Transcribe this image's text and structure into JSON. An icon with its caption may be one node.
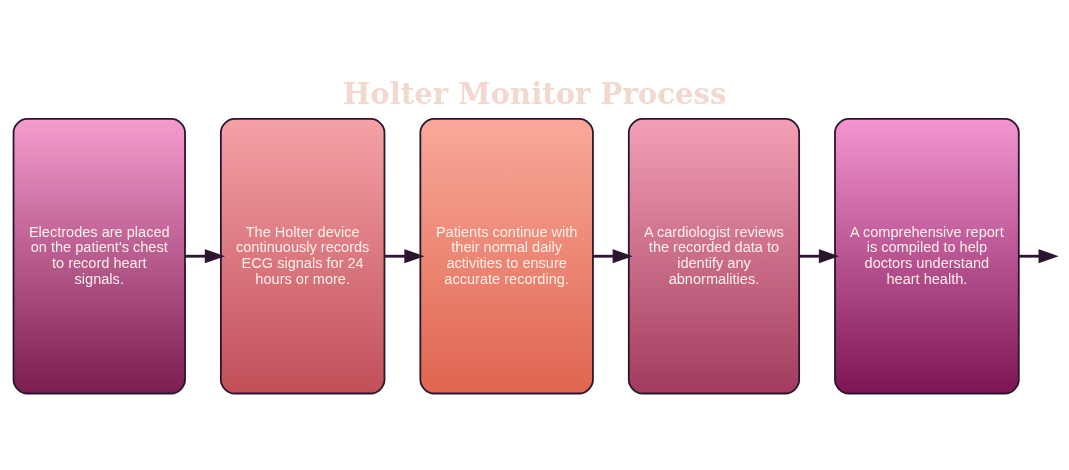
{
  "diagram": {
    "title": "Holter Monitor Process",
    "nodes": [
      {
        "text": [
          "Electrodes are placed on the patient's chest to record heart signals."
        ]
      },
      {
        "text": [
          "The Holter device continuously records ECG signals for 24 hours or more."
        ]
      },
      {
        "text": [
          "Patients continue with their normal daily activities to ensure accurate recording."
        ]
      },
      {
        "text": [
          "A cardiologist reviews the recorded data to identify any abnormalities."
        ]
      },
      {
        "text": [
          "A comprehensive report is compiled to help doctors understand heart health."
        ]
      }
    ],
    "edges": [
      {
        "from": 0,
        "to": 1,
        "arrow": "to"
      },
      {
        "from": 1,
        "to": 2,
        "arrow": "to"
      },
      {
        "from": 2,
        "to": 3,
        "arrow": "to"
      },
      {
        "from": 3,
        "to": 4,
        "arrow": "to"
      },
      {
        "from": 4,
        "to": null,
        "arrow": "to"
      }
    ]
  }
}
